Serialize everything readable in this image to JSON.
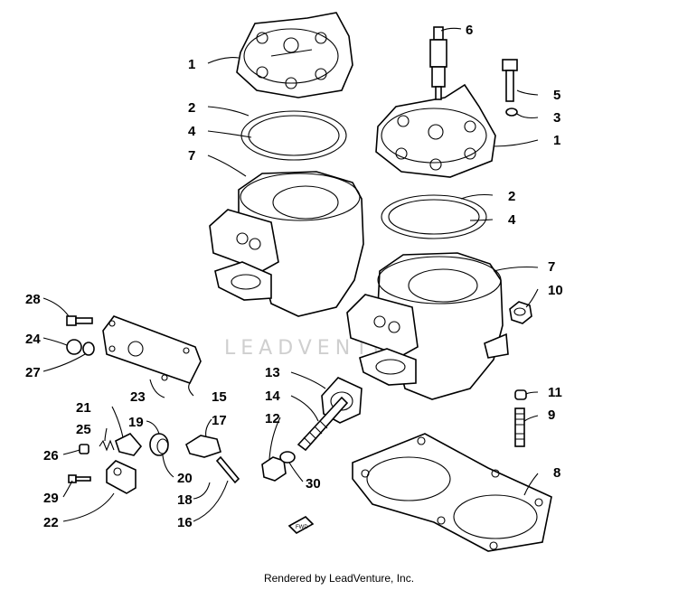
{
  "diagram": {
    "watermark": "LEADVENTURE",
    "fwd_label": "FWD",
    "callouts": {
      "c1a": "1",
      "c1b": "1",
      "c2a": "2",
      "c2b": "2",
      "c3": "3",
      "c4a": "4",
      "c4b": "4",
      "c5": "5",
      "c6": "6",
      "c7a": "7",
      "c7b": "7",
      "c8": "8",
      "c9": "9",
      "c10": "10",
      "c11": "11",
      "c12": "12",
      "c13": "13",
      "c14": "14",
      "c15": "15",
      "c16": "16",
      "c17": "17",
      "c18": "18",
      "c19": "19",
      "c20": "20",
      "c21": "21",
      "c22": "22",
      "c23": "23",
      "c24": "24",
      "c25": "25",
      "c26": "26",
      "c27": "27",
      "c28": "28",
      "c29": "29",
      "c30": "30"
    }
  },
  "footer": {
    "text": "Rendered by LeadVenture, Inc."
  }
}
